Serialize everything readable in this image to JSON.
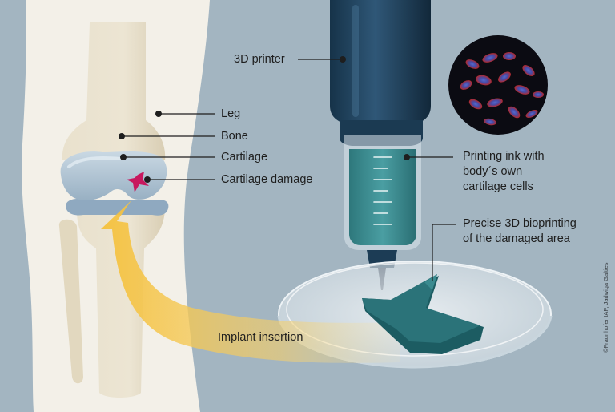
{
  "labels": {
    "printer": "3D printer",
    "leg": "Leg",
    "bone": "Bone",
    "cartilage": "Cartilage",
    "cartilage_damage": "Cartilage damage",
    "ink_line1": "Printing ink with",
    "ink_line2": "body´s own",
    "ink_line3": "cartilage cells",
    "bioprint_line1": "Precise 3D bioprinting",
    "bioprint_line2": "of the damaged area",
    "implant": "Implant insertion"
  },
  "credit": "©Fraunhofer IAP, Jadwiga Galties",
  "colors": {
    "background": "#a3b5c1",
    "leg_skin": "#f3f0e8",
    "bone": "#e5dcc6",
    "cartilage": "#b7cad8",
    "damage": "#c8185e",
    "printer_body": "#2a4b64",
    "ink": "#3d8f94",
    "implant": "#256e74",
    "arrow": "#f3be3a"
  }
}
